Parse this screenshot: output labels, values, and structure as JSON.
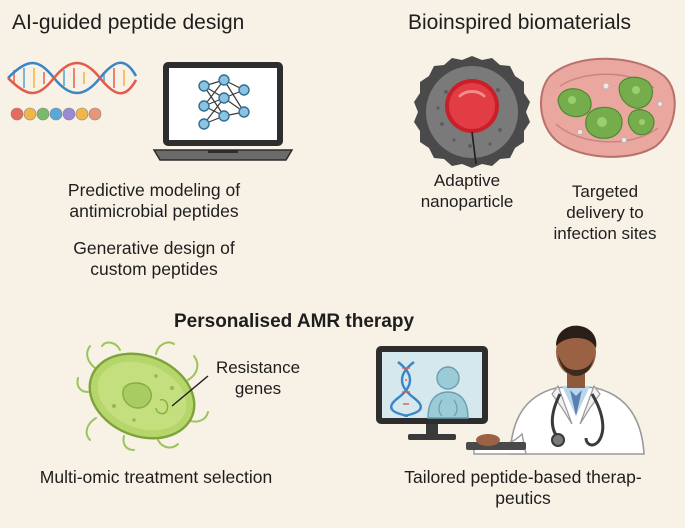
{
  "sections": {
    "ai": {
      "title": "AI-guided peptide design",
      "caption1": "Predictive modeling of\nantimicrobial peptides",
      "caption2": "Generative design of\ncustom peptides"
    },
    "bio": {
      "title": "Bioinspired biomaterials",
      "label_particle": "Adaptive\nnanoparticle",
      "label_delivery": "Targeted\ndelivery to\ninfection sites"
    },
    "amr": {
      "title": "Personalised AMR therapy",
      "label_genes": "Resistance\ngenes",
      "caption_left": "Multi-omic treatment selection",
      "caption_right": "Tailored peptide-based therap-\npeutics"
    }
  },
  "colors": {
    "background": "#f8f1e6",
    "text": "#1e1e1e",
    "nanoparticle_core": "#e23c44",
    "tissue": "#e9a7a0",
    "bacteria": "#b5d66a",
    "screen": "#d4e8ee"
  },
  "icons": {
    "dna": "dna-helix-icon",
    "laptop": "laptop-neural-network-icon",
    "nanoparticle": "nanoparticle-icon",
    "tissue": "infected-tissue-icon",
    "bacterium": "bacterium-icon",
    "monitor": "monitor-dna-patient-icon",
    "doctor": "doctor-icon"
  }
}
